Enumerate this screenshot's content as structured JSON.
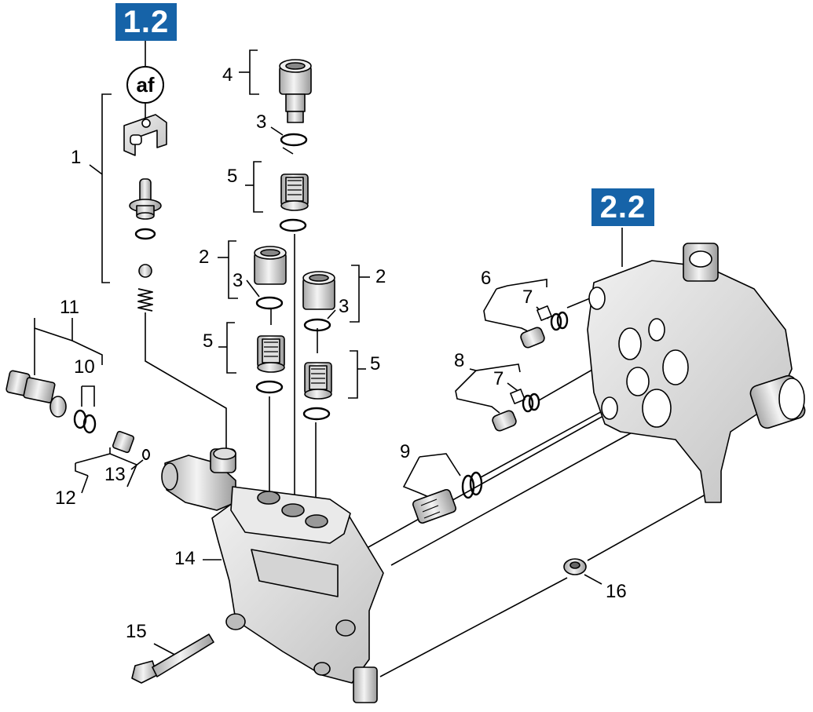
{
  "sections": {
    "upper": {
      "label": "1.2"
    },
    "lower": {
      "label": "2.2"
    }
  },
  "marker": {
    "label": "af"
  },
  "callouts": {
    "c1": "1",
    "c2a": "2",
    "c2b": "2",
    "c3a": "3",
    "c3b": "3",
    "c3c": "3",
    "c4": "4",
    "c5a": "5",
    "c5b": "5",
    "c5c": "5",
    "c6": "6",
    "c7a": "7",
    "c7b": "7",
    "c8": "8",
    "c9": "9",
    "c10": "10",
    "c11": "11",
    "c12": "12",
    "c13": "13",
    "c14": "14",
    "c15": "15",
    "c16": "16"
  },
  "colors": {
    "badge": "#1663a8",
    "line": "#000000",
    "part_fill": "#e6e6e6",
    "part_dark": "#b4b4b4"
  }
}
